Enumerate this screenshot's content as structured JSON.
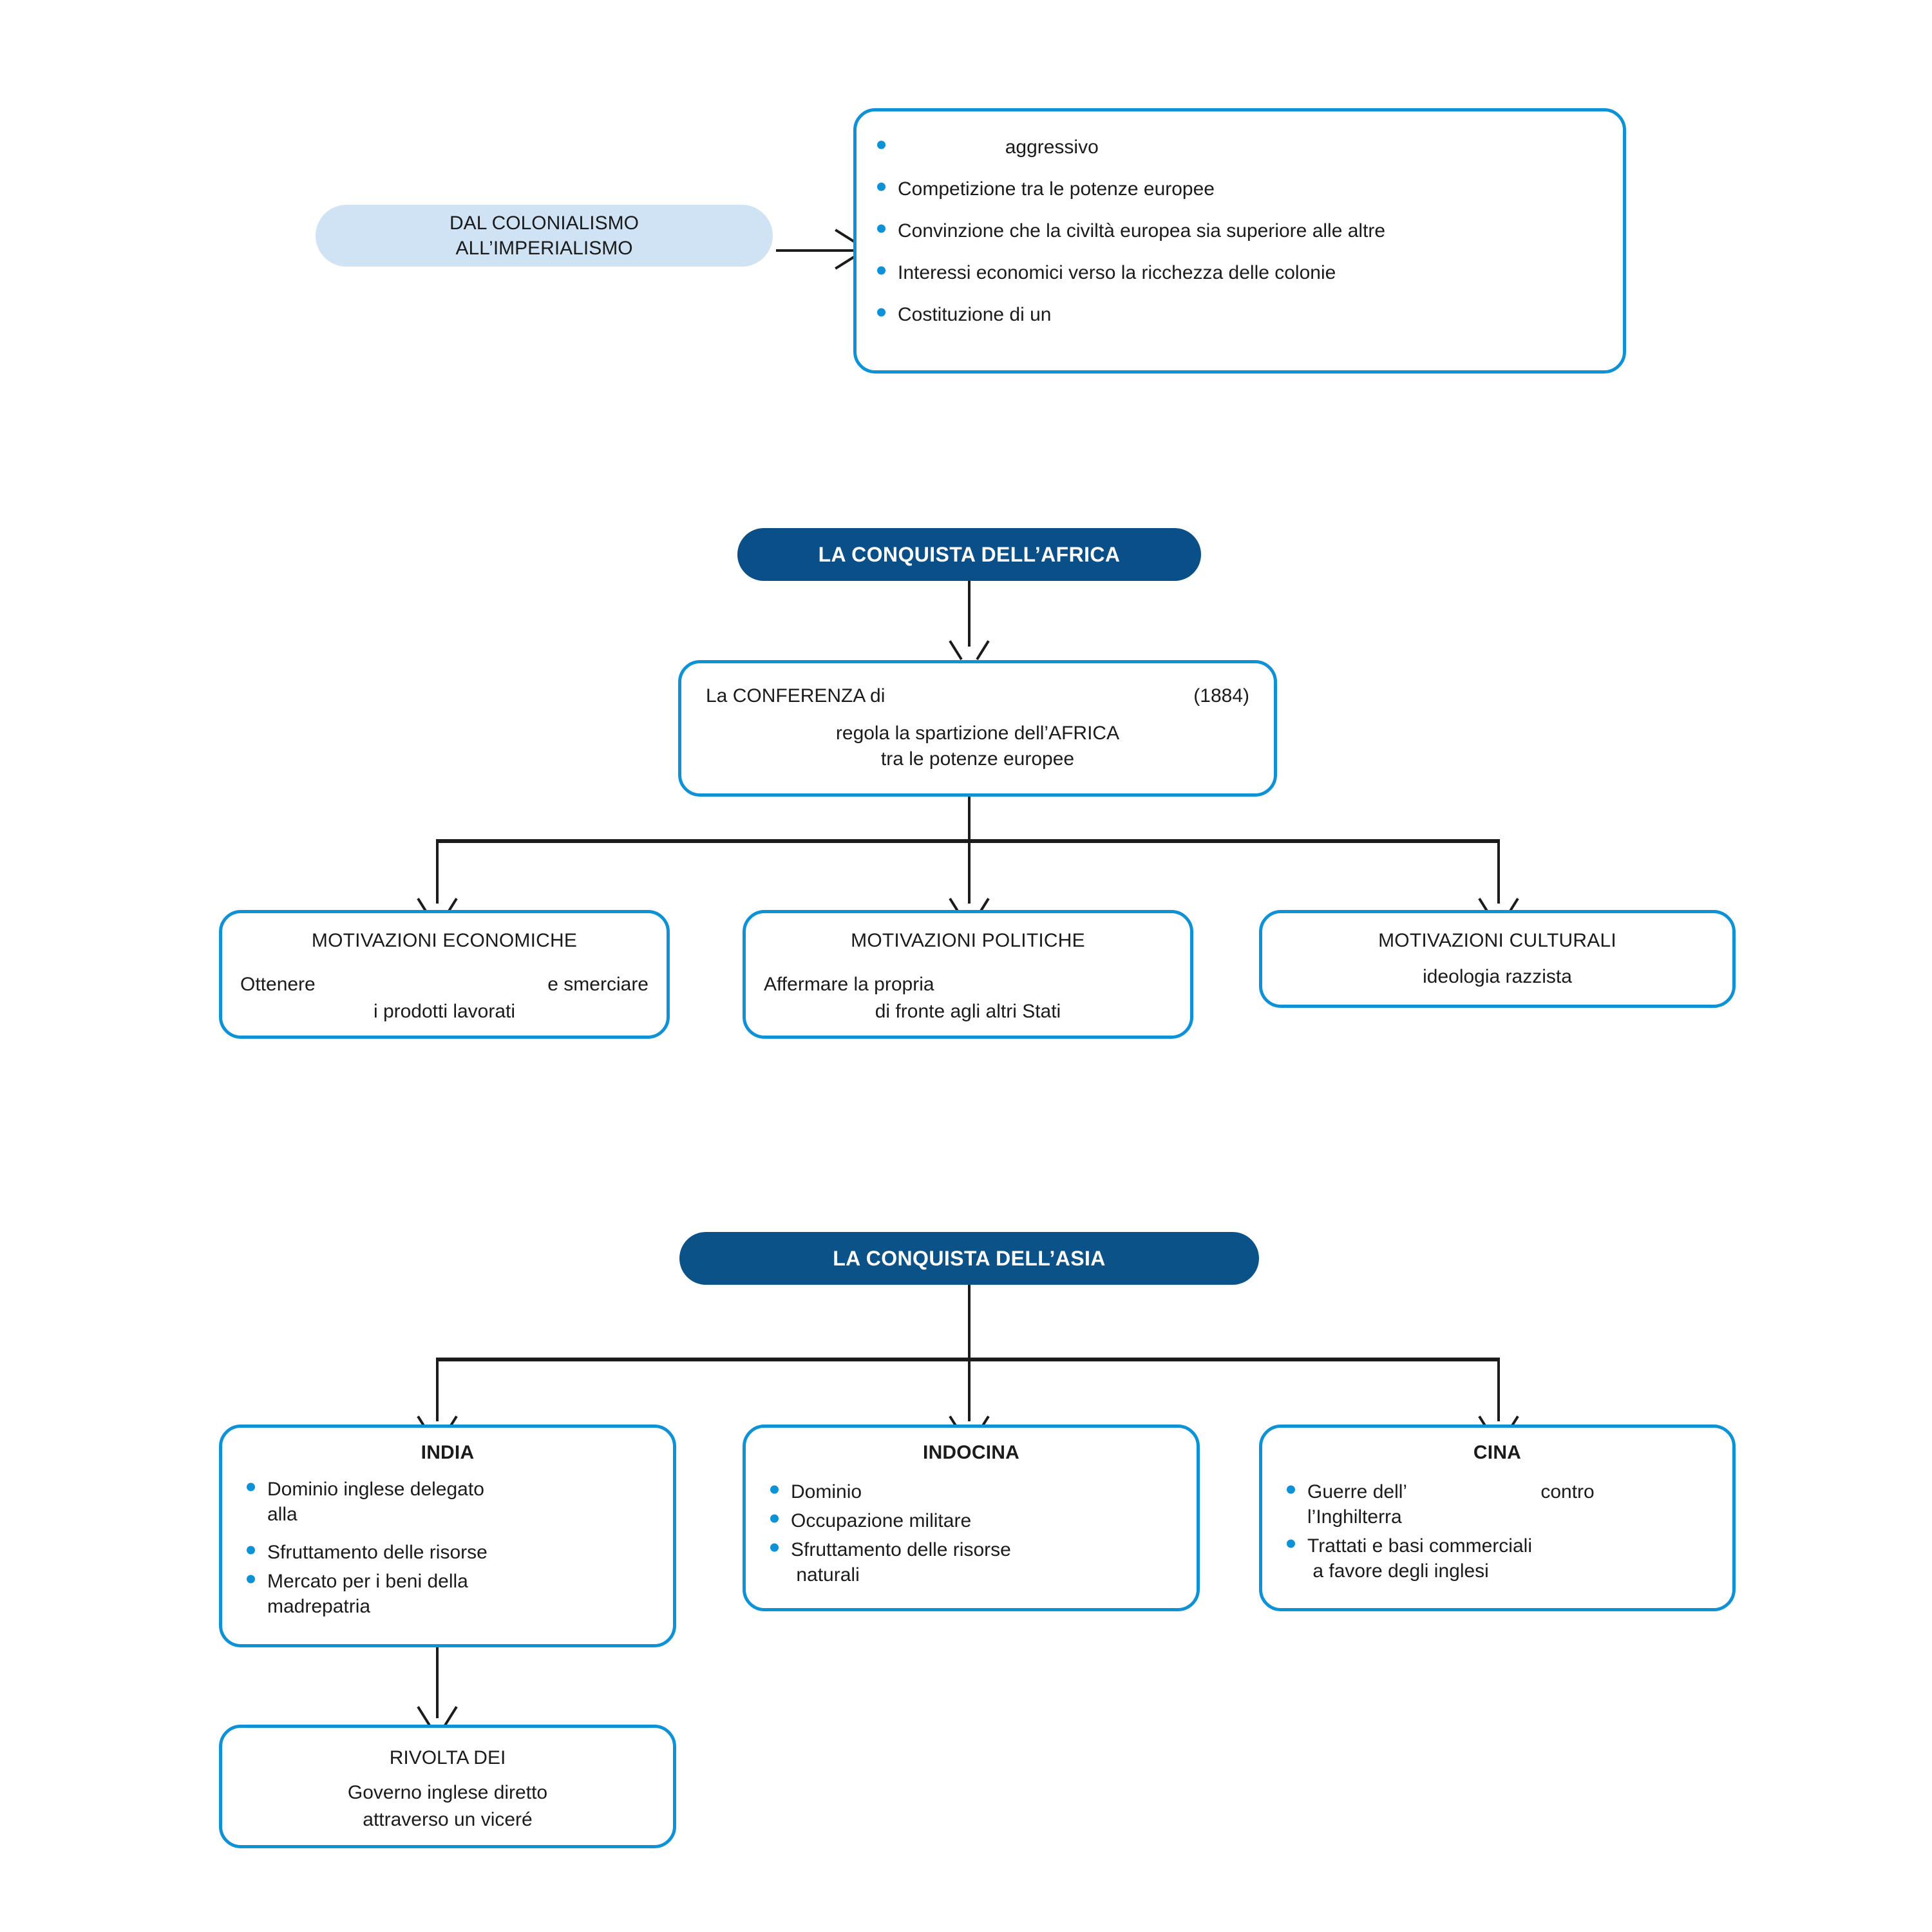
{
  "colors": {
    "outline_blue": "#0d92d8",
    "banner_navy": "#0a4f87",
    "banner_navy_asia": "#0b5288",
    "pill_light_blue": "#cfe3f5",
    "bullet_blue": "#0d92d8",
    "text": "#1b1b1b",
    "connector": "#1b1b1b"
  },
  "intro": {
    "topic_pill": "DAL COLONIALISMO\nALL’IMPERIALISMO",
    "topic_pill_line1": "DAL COLONIALISMO",
    "topic_pill_line2": "ALL’IMPERIALISMO",
    "features": [
      "                    aggressivo",
      "Competizione tra le potenze europee",
      "Convinzione che la civiltà europea sia superiore alle altre",
      "Interessi economici verso la ricchezza delle colonie",
      "Costituzione di un"
    ]
  },
  "africa": {
    "banner": "LA CONQUISTA DELL’AFRICA",
    "conference": {
      "line1_left": "La CONFERENZA di",
      "line1_right": "(1884)",
      "line2": "regola la spartizione dell’AFRICA",
      "line3": "tra le potenze europee"
    },
    "motivations": [
      {
        "title": "MOTIVAZIONI ECONOMICHE",
        "line1_left": "Ottenere",
        "line1_right": "e smerciare",
        "line2": "i prodotti lavorati"
      },
      {
        "title": "MOTIVAZIONI POLITICHE",
        "line1_left": "Affermare la propria",
        "line1_right": "",
        "line2": "di fronte  agli altri Stati"
      },
      {
        "title": "MOTIVAZIONI CULTURALI",
        "line1_left": "",
        "line1_right": "",
        "line2": "ideologia razzista"
      }
    ]
  },
  "asia": {
    "banner": "LA CONQUISTA DELL’ASIA",
    "regions": [
      {
        "title": "INDIA",
        "bullets": [
          "Dominio inglese delegato\nalla",
          "Sfruttamento delle risorse",
          "Mercato per i beni della\nmadrepatria"
        ]
      },
      {
        "title": "INDOCINA",
        "bullets": [
          "Dominio",
          "Occupazione militare",
          "Sfruttamento delle risorse\n naturali"
        ]
      },
      {
        "title": "CINA",
        "bullets": [
          "Guerre dell’                         contro\nl’Inghilterra",
          "Trattati e basi commerciali\n a favore degli inglesi"
        ]
      }
    ],
    "revolt": {
      "title": "RIVOLTA DEI",
      "line1": "Governo inglese diretto",
      "line2": "attraverso un viceré"
    }
  }
}
